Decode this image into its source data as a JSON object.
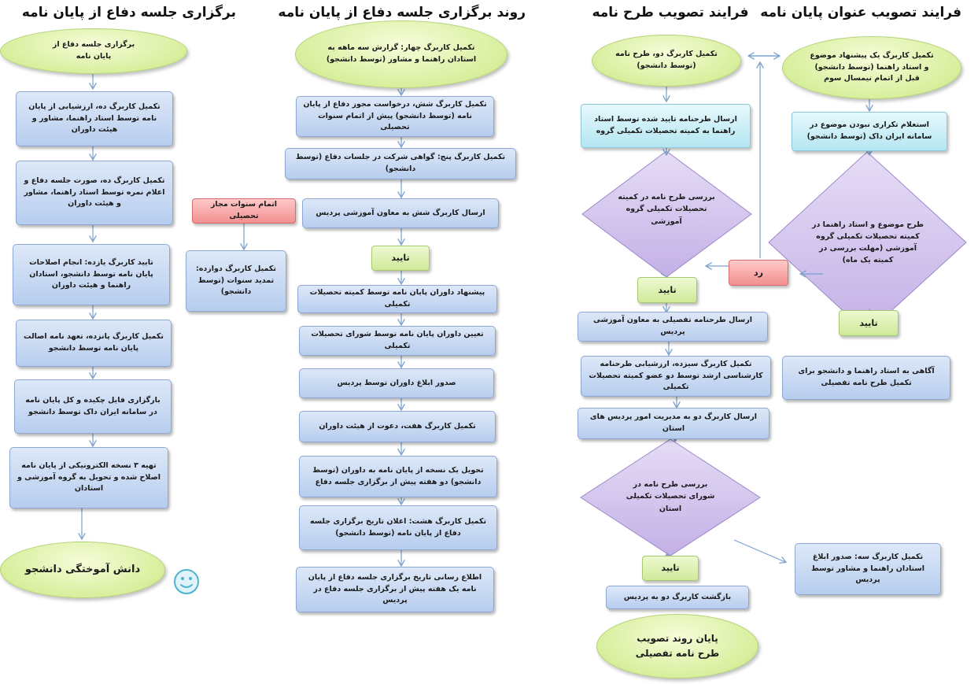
{
  "titles": {
    "col1": "فرایند تصویب عنوان پایان نامه",
    "col2": "فرایند تصویب طرح نامه",
    "col3": "روند برگزاری جلسه دفاع از پایان نامه",
    "col4": "برگزاری جلسه دفاع از پایان نامه"
  },
  "col1": {
    "start": "تکمیل کاربرگ یک پیشنهاد موضوع و استاد راهنما (توسط دانشجو) قبل از اتمام نیمسال سوم",
    "inquiry": "استعلام تکراری نبودن موضوع در سامانه ایران داک (توسط دانشجو)",
    "decision": "طرح موضوع و استاد راهنما در کمیته تحصیلات تکمیلی گروه آموزشی (مهلت بررسی در کمیته یک ماه)",
    "reject": "رد",
    "approve": "تایید",
    "notify": "آگاهی به استاد راهنما و دانشجو برای تکمیل طرح نامه تفصیلی"
  },
  "col2": {
    "start": "تکمیل کاربرگ دو، طرح نامه (توسط دانشجو)",
    "send": "ارسال طرحنامه تایید شده توسط استاد راهنما به کمیته تحصیلات تکمیلی گروه",
    "decision1": "بررسی طرح نامه در کمیته تحصیلات تکمیلی گروه آموزشی",
    "approve1": "تایید",
    "send_deputy": "ارسال طرحنامه تفصیلی به معاون آموزشی پردیس",
    "form13": "تکمیل کاربرگ سیزده، ارزشیابی طرحنامه کارشناسی ارشد توسط دو عضو کمیته تحصیلات تکمیلی",
    "send_province": "ارسال کاربرگ دو به مدیریت امور پردیس های استان",
    "decision2": "بررسی طرح نامه در شورای تحصیلات تکمیلی استان",
    "approve2": "تایید",
    "return": "بازگشت کاربرگ دو به پردیس",
    "form3": "تکمیل کاربرگ سه: صدور ابلاغ استادان راهنما و مشاور توسط پردیس",
    "end": "پایان روند تصویب طرح نامه تفصیلی"
  },
  "col3": {
    "start": "تکمیل کاربرگ چهار: گزارش سه ماهه به استادان راهنما و مشاور (توسط دانشجو)",
    "form6": "تکمیل کاربرگ شش، درخواست مجوز دفاع از پایان نامه (توسط دانشجو) پیش از اتمام سنوات تحصیلی",
    "form5": "تکمیل کاربرگ پنج: گواهی شرکت در جلسات دفاع (توسط دانشجو)",
    "send6": "ارسال کاربرگ شش به معاون آموزشی پردیس",
    "approve": "تایید",
    "propose": "پیشنهاد داوران پایان نامه توسط کمیته تحصیلات تکمیلی",
    "appoint": "تعیین داوران پایان نامه توسط شورای تحصیلات تکمیلی",
    "issue": "صدور ابلاغ داوران توسط پردیس",
    "form7": "تکمیل کاربرگ هفت، دعوت از هیئت داوران",
    "deliver": "تحویل یک نسخه از پایان نامه به داوران (توسط دانشجو) دو هفته پیش از برگزاری جلسه دفاع",
    "form8": "تکمیل کاربرگ هشت: اعلان تاریخ برگزاری جلسه دفاع از پایان نامه (توسط دانشجو)",
    "announce": "اطلاع رسانی تاریخ برگزاری جلسه دفاع از پایان نامه یک هفته پیش از برگزاری جلسه دفاع در پردیس",
    "expired": "اتمام سنوات مجاز تحصیلی",
    "form12": "تکمیل کاربرگ دوازده: تمدید سنوات (توسط دانشجو)"
  },
  "col4": {
    "start": "برگزاری جلسه دفاع از پایان نامه",
    "form10": "تکمیل کاربرگ ده، ارزشیابی از پایان نامه توسط استاد راهنما، مشاور و هیئت داوران",
    "minutes": "تکمیل کاربرگ ده، صورت جلسه دفاع و اعلام نمره توسط استاد راهنما، مشاور و هیئت داوران",
    "form11": "تایید کاربرگ یازده: انجام اصلاحات پایان نامه توسط دانشجو، استادان راهنما و هیئت داوران",
    "form15": "تکمیل کاربرگ پانزده، تعهد نامه اصالت پایان نامه توسط دانشجو",
    "upload": "بارگزاری فایل چکیده و کل پایان نامه در سامانه ایران داک توسط دانشجو",
    "prepare": "تهیه ۳ نسخه الکترونیکی از پایان نامه اصلاح شده و تحویل به گروه آموزشی و استادان",
    "end": "دانش آموختگی دانشجو"
  },
  "icons": {
    "smiley": "smiley-icon"
  },
  "colors": {
    "blue_box": "#b7cdee",
    "cyan_box": "#b5e6f2",
    "green_box": "#cfe99a",
    "red_box": "#f28f8f",
    "diamond": "#c9b8e8",
    "arrow": "#7aa0cc"
  }
}
